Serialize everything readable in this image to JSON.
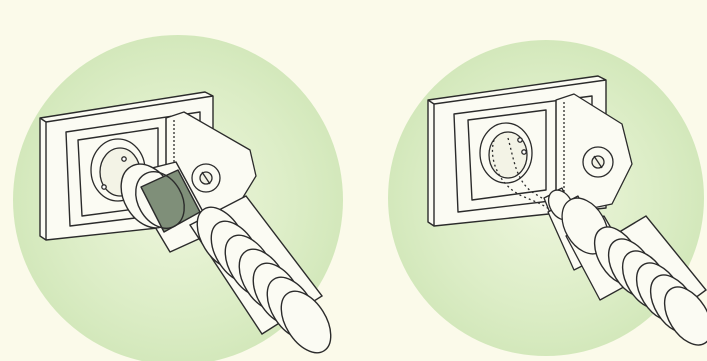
{
  "figure": {
    "panels": [
      {
        "id": "left",
        "depicts": "hose-connector-inserted-in-wall-socket"
      },
      {
        "id": "right",
        "depicts": "hose-plug-with-hidden-contacts-entering-wall-socket"
      }
    ],
    "colors": {
      "page_bg": "#fbfaea",
      "circle_fill": "#d9ecc2",
      "line": "#2b2b2b",
      "band": "#7f8f79",
      "plate": "#fbfbf3"
    }
  }
}
